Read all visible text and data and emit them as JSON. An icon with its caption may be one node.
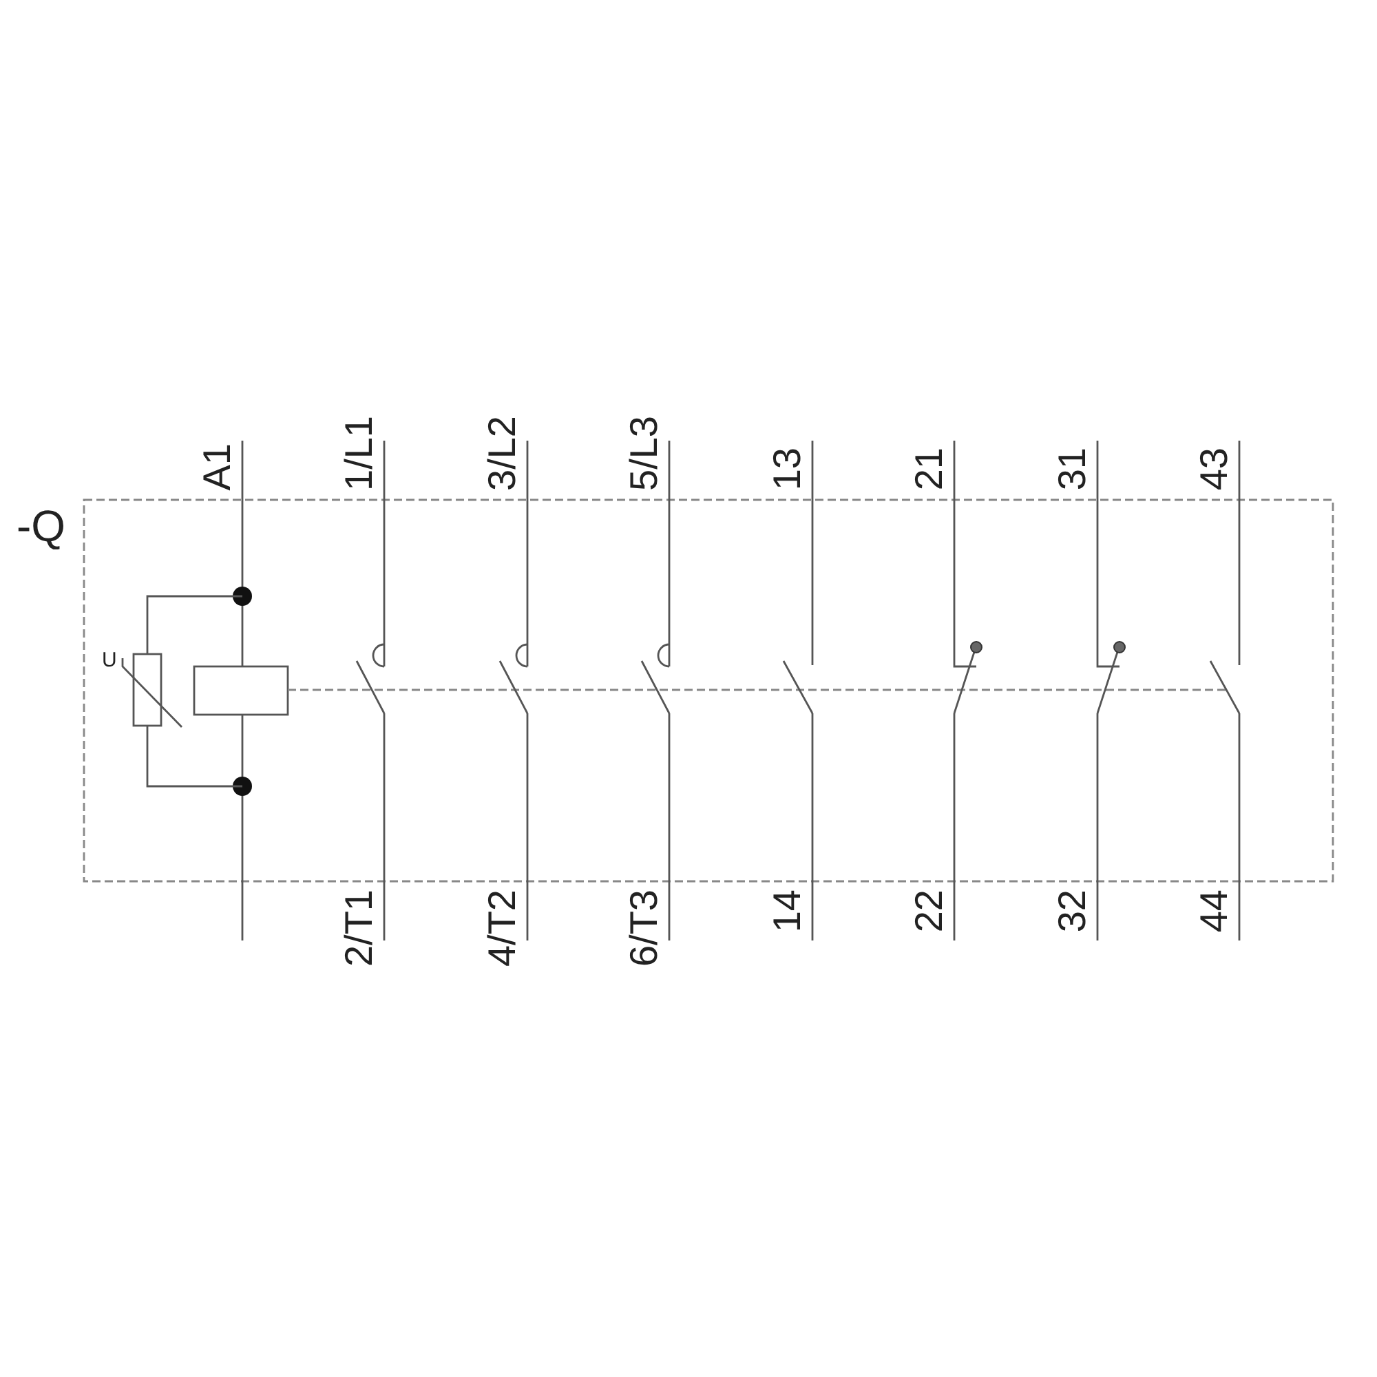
{
  "diagram": {
    "labels": [
      "A1",
      "1/L1",
      "3/L2",
      "5/L3",
      "13",
      "21",
      "31",
      "43",
      "-Q",
      "U",
      "2/T1",
      "4/T2",
      "6/T3",
      "14",
      "22",
      "32",
      "44"
    ]
  }
}
